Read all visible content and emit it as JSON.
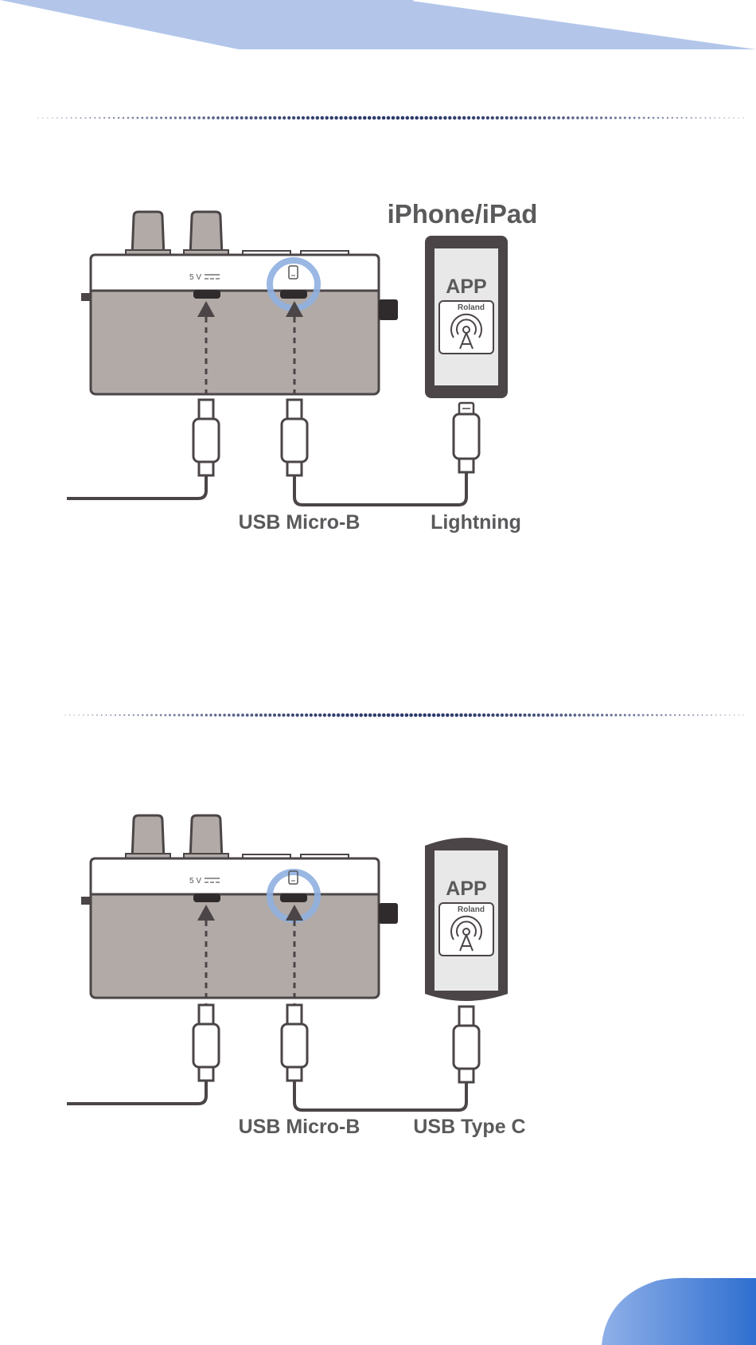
{
  "colors": {
    "header_banner": "#b3c6ea",
    "device_body": "#b1aaa7",
    "device_top": "#ffffff",
    "outline": "#4b4547",
    "screen": "#e8e8e8",
    "highlight_ring": "#8fb0e0",
    "corner_tab_start": "#8fb0e8",
    "corner_tab_end": "#2f6fd0",
    "dots": "#2d3a6b"
  },
  "diagram_1": {
    "device_label": "iPhone/iPad",
    "app_label": "APP",
    "app_brand": "Roland",
    "power_port_label": "5 V",
    "cable_left_label": "USB Micro-B",
    "cable_right_label": "Lightning"
  },
  "diagram_2": {
    "app_label": "APP",
    "app_brand": "Roland",
    "power_port_label": "5 V",
    "cable_left_label": "USB Micro-B",
    "cable_right_label": "USB Type C"
  },
  "icons": {
    "device_port_icon": "phone-icon",
    "app_icon": "broadcast-icon",
    "arrow": "up-arrow-icon"
  }
}
